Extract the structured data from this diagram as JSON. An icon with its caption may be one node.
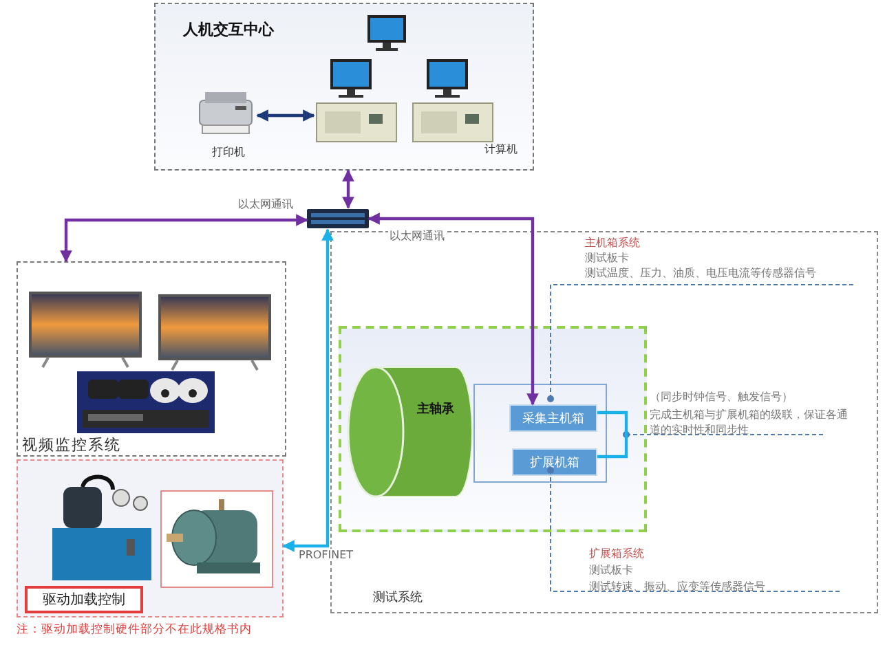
{
  "diagram": {
    "nodes": [
      {
        "text": [
          "人机交互中心"
        ]
      },
      {
        "text": [],
        "shape": "picture",
        "in": 0,
        "beside": [
          "打印机"
        ]
      },
      {
        "text": [],
        "shape": "picture",
        "in": 0
      },
      {
        "text": [],
        "shape": "picture",
        "in": 0
      },
      {
        "text": [],
        "shape": "picture",
        "in": 0,
        "beside": [
          "计算机"
        ]
      },
      {
        "text": [],
        "shape": "picture"
      },
      {
        "text": [
          "视频监控系统"
        ]
      },
      {
        "text": [],
        "shape": "picture",
        "in": 6
      },
      {
        "text": [],
        "shape": "picture",
        "in": 6
      },
      {
        "text": [],
        "shape": "picture",
        "in": 6
      },
      {
        "text": [],
        "shape": "box"
      },
      {
        "text": [],
        "shape": "picture",
        "in": 10
      },
      {
        "text": [],
        "shape": "picture",
        "in": 10
      },
      {
        "text": [
          "驱动加载控制"
        ],
        "in": 10
      },
      {
        "text": [
          "测试系统"
        ]
      },
      {
        "text": [],
        "shape": "box",
        "in": 14
      },
      {
        "text": [
          "主轴承"
        ],
        "in": 15
      },
      {
        "text": [],
        "shape": "box",
        "in": 15
      },
      {
        "text": [
          "采集主机箱"
        ],
        "in": 17
      },
      {
        "text": [
          "扩展机箱"
        ],
        "in": 17
      }
    ],
    "edges": [
      {
        "from": 1,
        "to": 3,
        "arrow": "both",
        "color": "#1f3a7a"
      },
      {
        "from": 0,
        "to": 5,
        "arrow": "both"
      },
      {
        "from": 5,
        "to": 6,
        "arrow": "both",
        "label": "以太网通讯"
      },
      {
        "from": 18,
        "to": 5,
        "arrow": "both",
        "label": "以太网通讯"
      },
      {
        "from": 5,
        "to": 10,
        "arrow": "both",
        "label": "PROFINET",
        "color": "#1ab0ea"
      },
      {
        "from": 18,
        "to": 19,
        "arrow": "none",
        "color": "#1ab0ea"
      }
    ],
    "labels": [
      "注：驱动加载控制硬件部分不在此规格书内",
      "主机箱系统",
      "测试板卡",
      "测试温度、压力、油质、电压电流等传感器信号",
      "（同步时钟信号、触发信号）",
      "完成主机箱与扩展机箱的级联，保证各通道的实时性和同步性",
      "扩展箱系统",
      "测试板卡",
      "测试转速、振动、应变等传感器信号"
    ]
  }
}
